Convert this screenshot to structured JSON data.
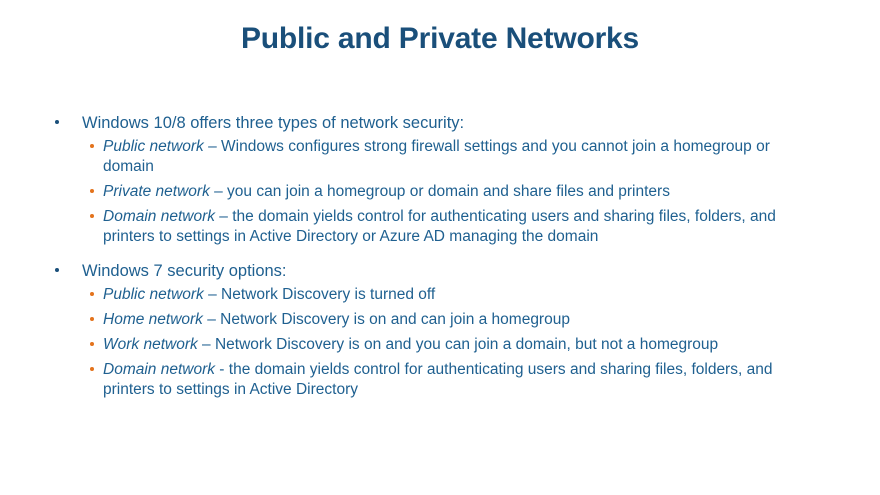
{
  "slide": {
    "title": "Public and Private Networks",
    "colors": {
      "title": "#1a4f7a",
      "body_text": "#1f6090",
      "level1_bullet": "#1a4f7a",
      "level2_bullet": "#e3731c",
      "background": "#ffffff"
    },
    "sections": [
      {
        "heading": "Windows 10/8 offers three types of network security:",
        "items": [
          {
            "term": "Public network",
            "rest": " – Windows configures strong firewall settings and you cannot join a homegroup or domain"
          },
          {
            "term": "Private network",
            "rest": " – you can join a homegroup or domain and share files and printers"
          },
          {
            "term": "Domain network",
            "rest": " – the domain yields control for authenticating users and sharing files, folders, and printers to settings in Active Directory or Azure AD managing the domain"
          }
        ]
      },
      {
        "heading": "Windows 7 security options:",
        "items": [
          {
            "term": "Public network",
            "rest": " – Network Discovery is turned off"
          },
          {
            "term": "Home network",
            "rest": " – Network Discovery is on and can join a homegroup"
          },
          {
            "term": "Work network",
            "rest": " – Network Discovery is on and you can join a domain, but not a homegroup"
          },
          {
            "term": "Domain network",
            "rest": " - the domain yields control for authenticating users and sharing files, folders, and printers to settings in Active Directory"
          }
        ]
      }
    ]
  }
}
